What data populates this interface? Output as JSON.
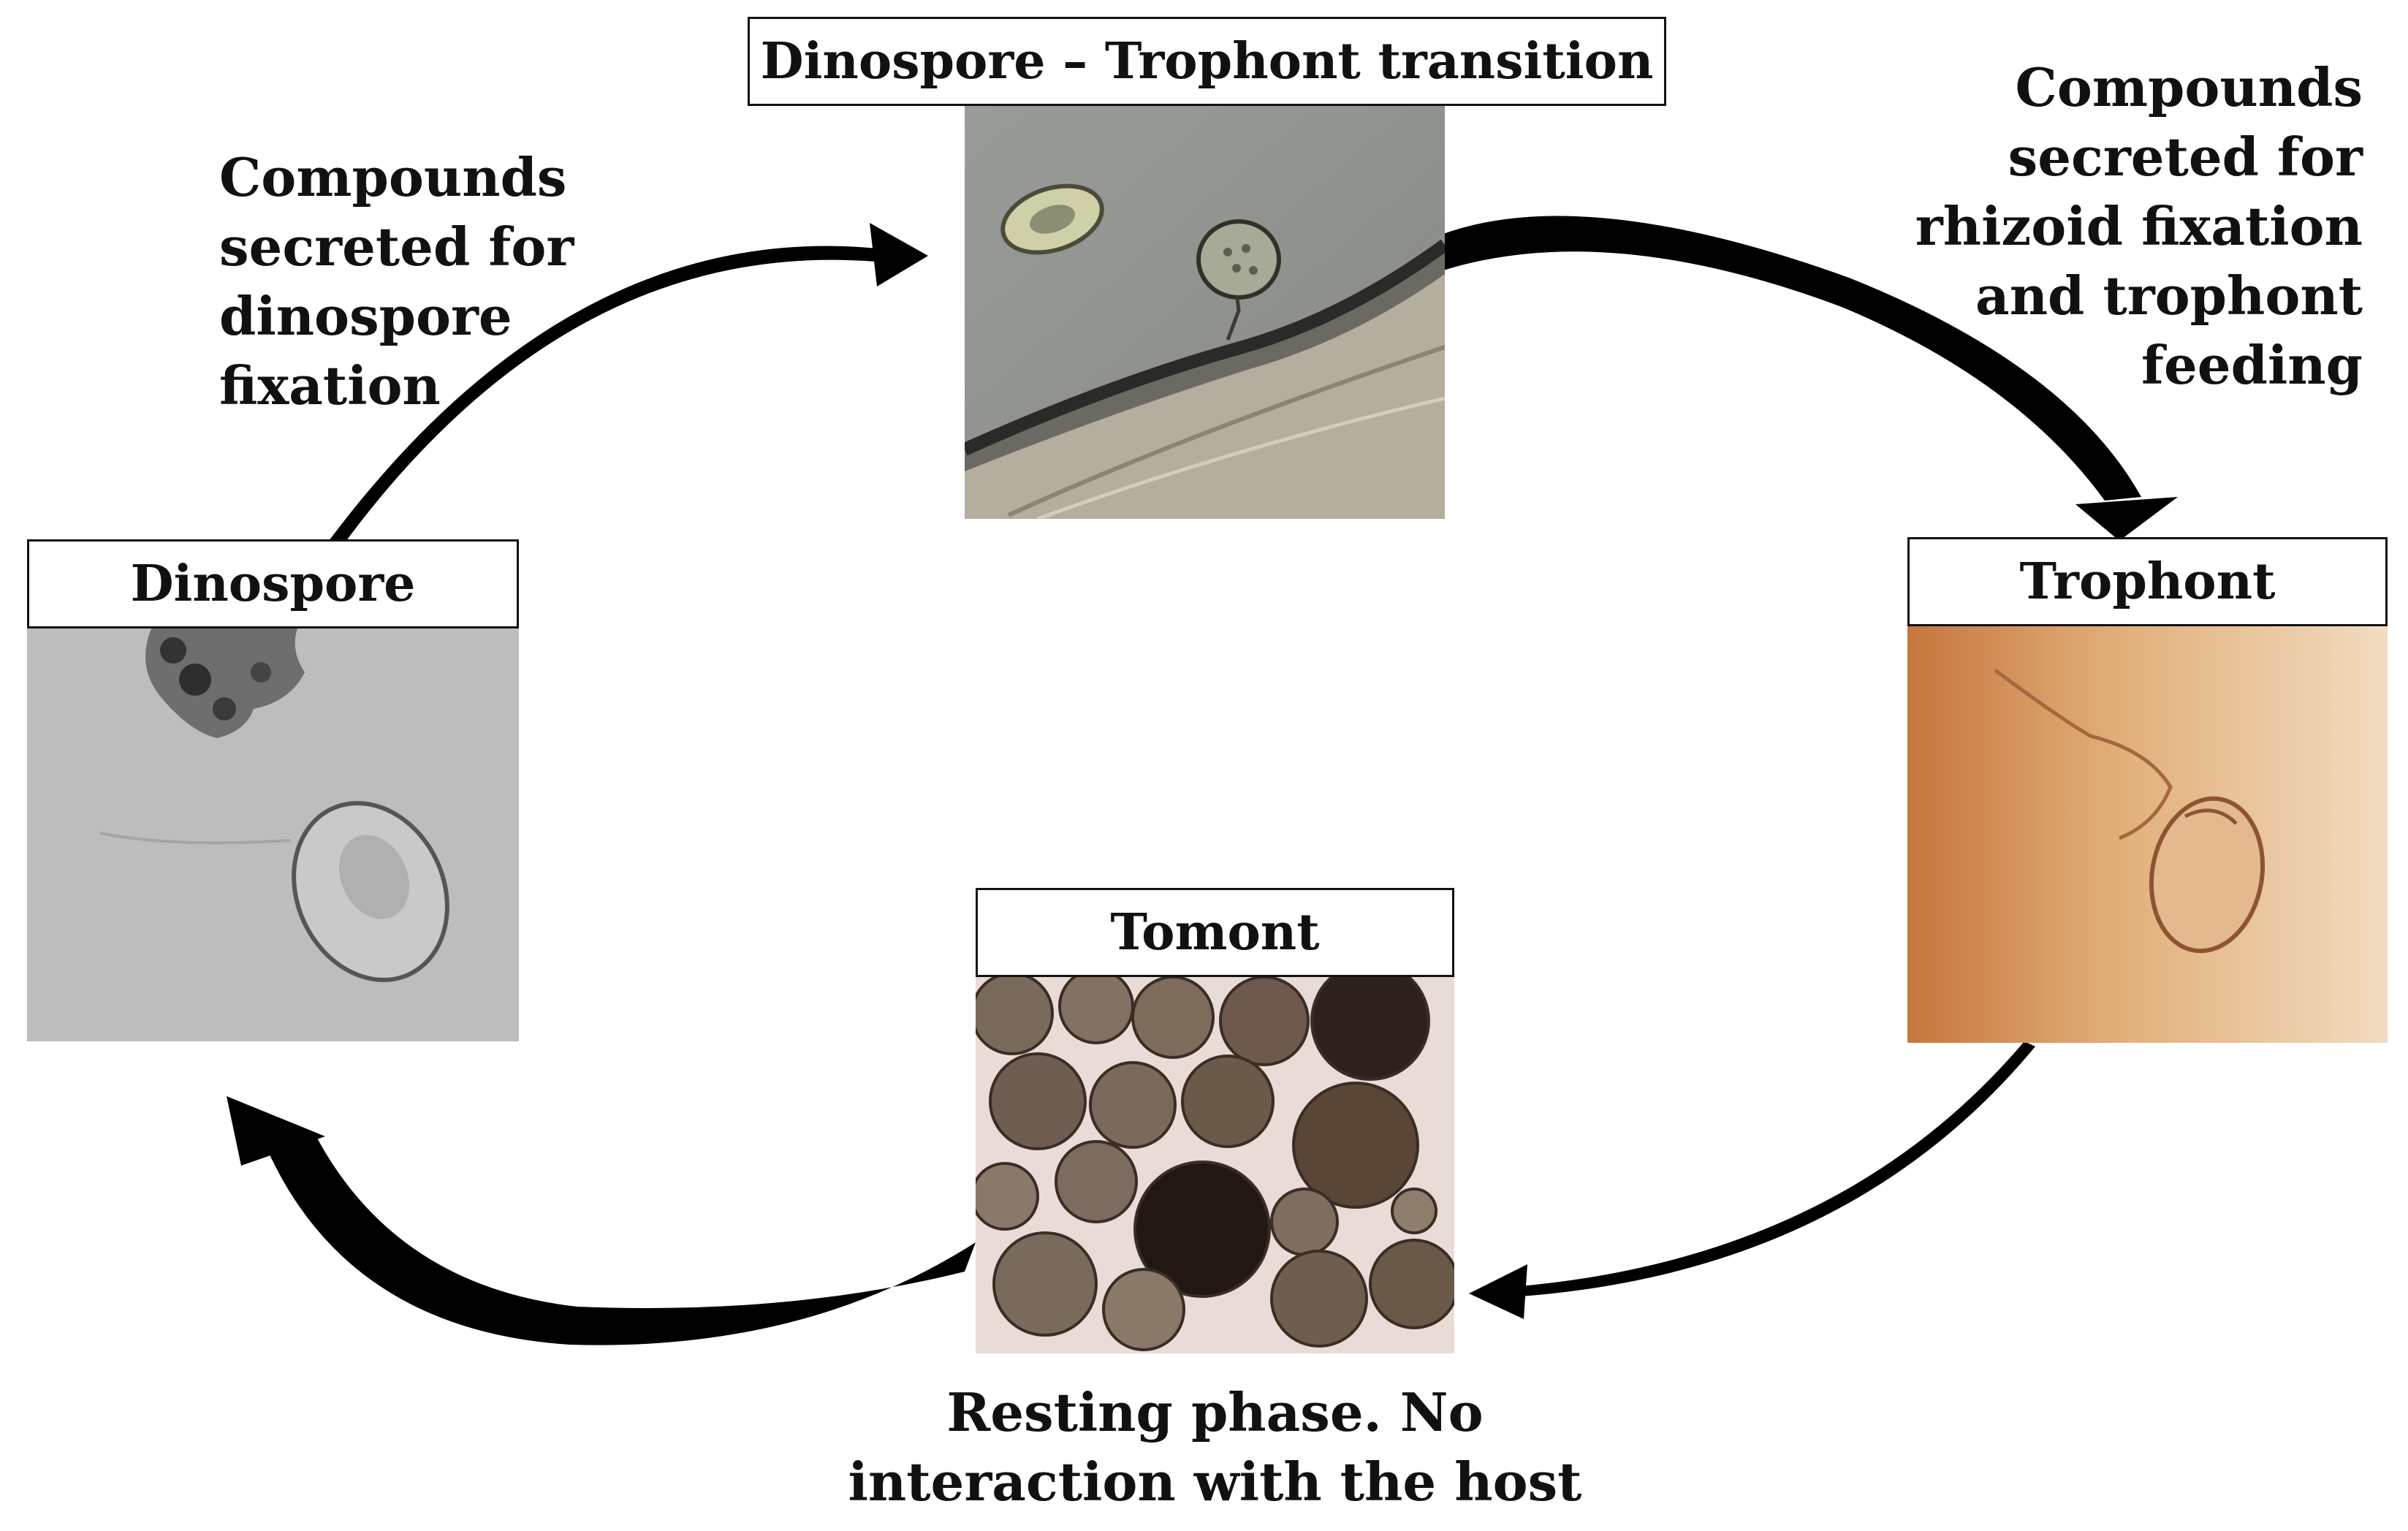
{
  "stages": {
    "transition": {
      "title": "Dinospore – Trophont transition"
    },
    "dinospore": {
      "title": "Dinospore"
    },
    "trophont": {
      "title": "Trophont"
    },
    "tomont": {
      "title": "Tomont"
    }
  },
  "annotations": {
    "dinospore_fixation": [
      "Compounds",
      "secreted for",
      "dinospore",
      "fixation"
    ],
    "rhizoid_fixation": [
      "Compounds",
      "secreted for",
      "rhizoid fixation",
      "and trophont",
      "feeding"
    ],
    "resting_phase": [
      "Resting phase. No",
      "interaction with the host"
    ]
  },
  "colors": {
    "arrow": "#000000",
    "border": "#111111"
  }
}
